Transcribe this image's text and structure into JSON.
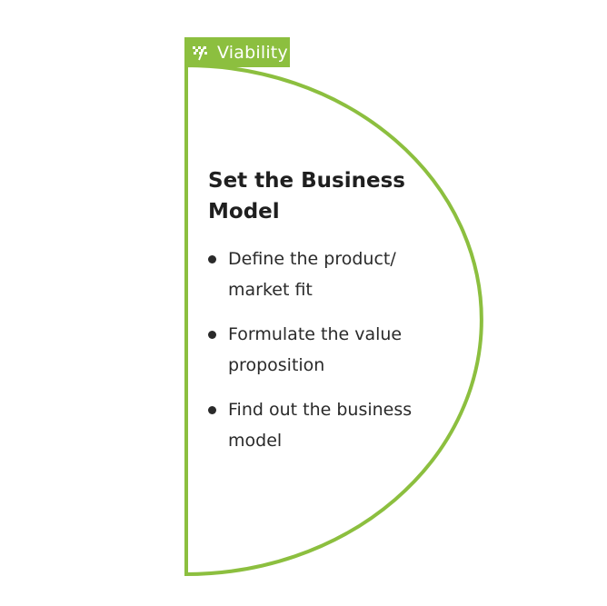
{
  "tag": {
    "label": "Viability",
    "icon": "checkered-flag-icon",
    "color": "#8cbf3f"
  },
  "card": {
    "border_color": "#8cbf3f",
    "title": "Set the Business Model",
    "bullets": [
      "Define the product/ market fit",
      "Formulate the value proposition",
      "Find out the business model"
    ]
  }
}
